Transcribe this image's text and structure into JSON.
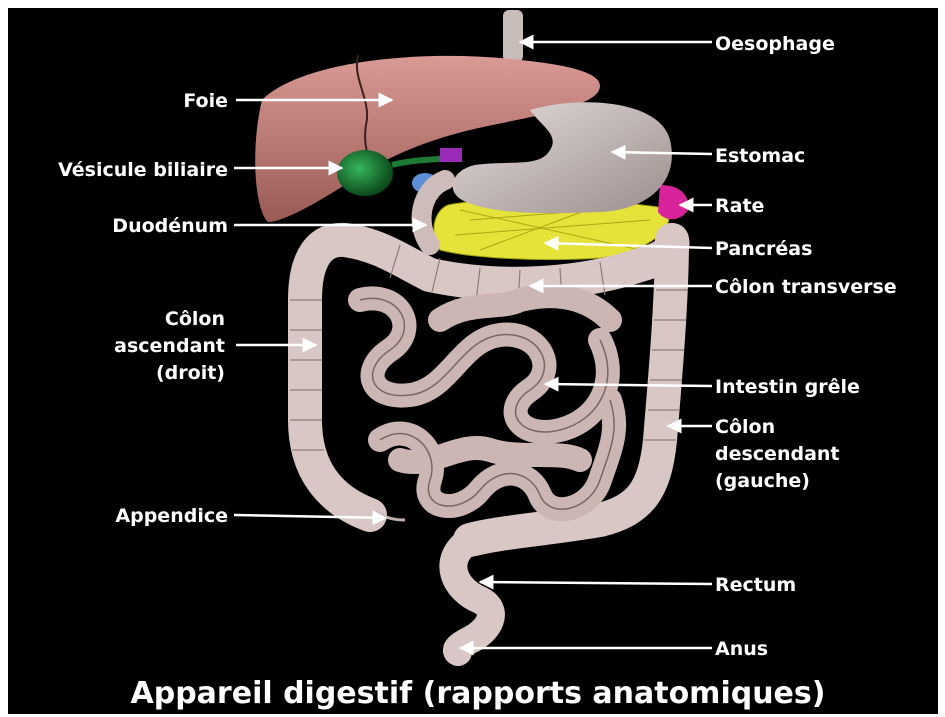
{
  "title": "Appareil digestif (rapports anatomiques)",
  "labels": {
    "oesophage": "Oesophage",
    "foie": "Foie",
    "vesicule": "Vésicule biliaire",
    "estomac": "Estomac",
    "rate": "Rate",
    "duodenum": "Duodénum",
    "pancreas": "Pancréas",
    "colon_transverse": "Côlon transverse",
    "colon_ascendant_1": "Côlon",
    "colon_ascendant_2": "ascendant",
    "colon_ascendant_3": "(droit)",
    "intestin_grele": "Intestin grêle",
    "colon_descendant_1": "Côlon",
    "colon_descendant_2": "descendant",
    "colon_descendant_3": "(gauche)",
    "appendice": "Appendice",
    "rectum": "Rectum",
    "anus": "Anus"
  },
  "colors": {
    "background": "#000000",
    "liver": "#c98a86",
    "gallbladder": "#1f8a3a",
    "stomach": "#cfc4c2",
    "pancreas": "#e8e838",
    "spleen": "#d8239a",
    "intestine": "#d9c7c5",
    "label": "#ffffff"
  }
}
